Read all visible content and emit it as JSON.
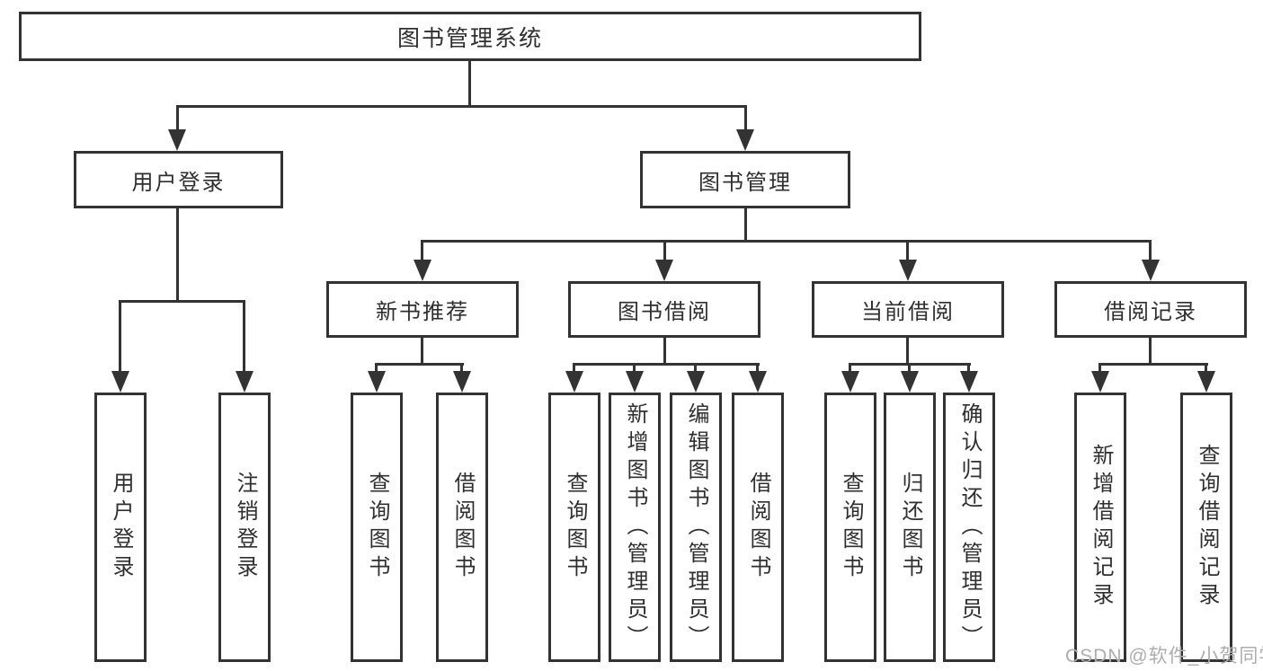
{
  "diagram": {
    "root": {
      "label": "图书管理系统"
    },
    "level2": [
      {
        "id": "user-login",
        "label": "用户登录"
      },
      {
        "id": "book-management",
        "label": "图书管理"
      }
    ],
    "level3": [
      {
        "id": "new-book-recommend",
        "parent": "图书管理",
        "label": "新书推荐"
      },
      {
        "id": "book-borrow",
        "parent": "图书管理",
        "label": "图书借阅"
      },
      {
        "id": "current-borrow",
        "parent": "图书管理",
        "label": "当前借阅"
      },
      {
        "id": "borrow-records",
        "parent": "图书管理",
        "label": "借阅记录"
      }
    ],
    "leaves": [
      {
        "parent": "用户登录",
        "label": "用户登录"
      },
      {
        "parent": "用户登录",
        "label": "注销登录"
      },
      {
        "parent": "新书推荐",
        "label": "查询图书"
      },
      {
        "parent": "新书推荐",
        "label": "借阅图书"
      },
      {
        "parent": "图书借阅",
        "label": "查询图书"
      },
      {
        "parent": "图书借阅",
        "label": "新增图书（管理员）"
      },
      {
        "parent": "图书借阅",
        "label": "编辑图书（管理员）"
      },
      {
        "parent": "图书借阅",
        "label": "借阅图书"
      },
      {
        "parent": "当前借阅",
        "label": "查询图书"
      },
      {
        "parent": "当前借阅",
        "label": "归还图书"
      },
      {
        "parent": "当前借阅",
        "label": "确认归还（管理员）"
      },
      {
        "parent": "借阅记录",
        "label": "新增借阅记录"
      },
      {
        "parent": "借阅记录",
        "label": "查询借阅记录"
      }
    ]
  },
  "watermark": {
    "text": "CSDN @软件_小贺同学"
  },
  "colors": {
    "line": "#333333",
    "box_background": "#ffffff",
    "page_background": "#ffffff",
    "watermark": "#adadad"
  }
}
